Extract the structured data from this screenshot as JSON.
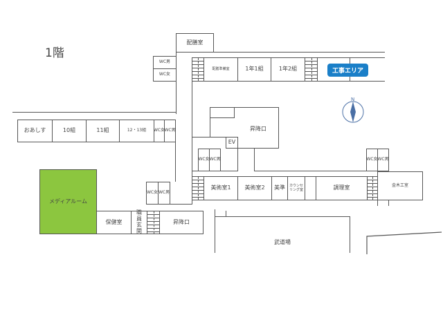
{
  "floor_title": "1階",
  "construction_badge": "工事エリア",
  "compass_label": "N",
  "rooms": {
    "haizen": "配膳室",
    "haizen_prep": "配膳準備室",
    "y1c1": "1年1組",
    "y1c2": "1年2組",
    "oasis": "おあしす",
    "c10": "10組",
    "c11": "11組",
    "c1213": "12・13組",
    "entrance_center": "昇降口",
    "ev": "EV",
    "art1": "美術室1",
    "art2": "美術室2",
    "art_prep": "美準",
    "counseling": "カウンセリング室",
    "cooking": "調理室",
    "woodwork": "金木工室",
    "budojo": "武道場",
    "media": "メディアルーム",
    "health": "保健室",
    "staff_entrance": "職員玄関",
    "entrance_south": "昇降口"
  },
  "wc": {
    "label": "WC",
    "male": "男",
    "female": "女"
  },
  "colors": {
    "media": "#8cc63f",
    "badge": "#1a7fc8"
  }
}
